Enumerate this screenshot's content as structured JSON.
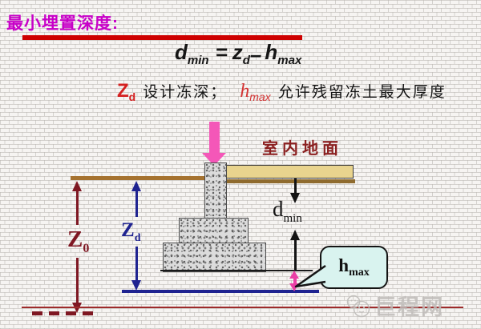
{
  "slide": {
    "title": "最小埋置深度:",
    "formula": {
      "d": "d",
      "d_sub": "min",
      "eq": "=",
      "z": "z",
      "z_sub": "d",
      "minus": "–",
      "h": "h",
      "h_sub": "max"
    },
    "legend": {
      "zd": "Z",
      "zd_sub": "d",
      "zd_text": "设计冻深；",
      "hmax": "h",
      "hmax_sub": "max",
      "hmax_text": "允许残留冻土最大厚度"
    }
  },
  "diagram": {
    "indoor_floor_label": "室内地面",
    "z0": {
      "main": "Z",
      "sub": "0"
    },
    "zd": {
      "main": "Z",
      "sub": "d"
    },
    "dmin": {
      "main": "d",
      "sub": "min"
    },
    "hmax": {
      "main": "h",
      "sub": "max"
    }
  },
  "watermark": {
    "text": "巨程网"
  },
  "colors": {
    "title_magenta": "#C800C8",
    "rule_red": "#CE0000",
    "legend_red": "#D42020",
    "z0_dark_red": "#7E1722",
    "zd_blue": "#1F2390",
    "pink_arrow": "#EA3FA5",
    "load_arrow_pink": "#F457B8",
    "callout_fill": "#D9F3EF",
    "floor_tan": "#E9D48E",
    "ground_brown": "#A5722F",
    "freeze_line_red": "#9E2B2B",
    "indoor_label_red": "#8B2020"
  }
}
